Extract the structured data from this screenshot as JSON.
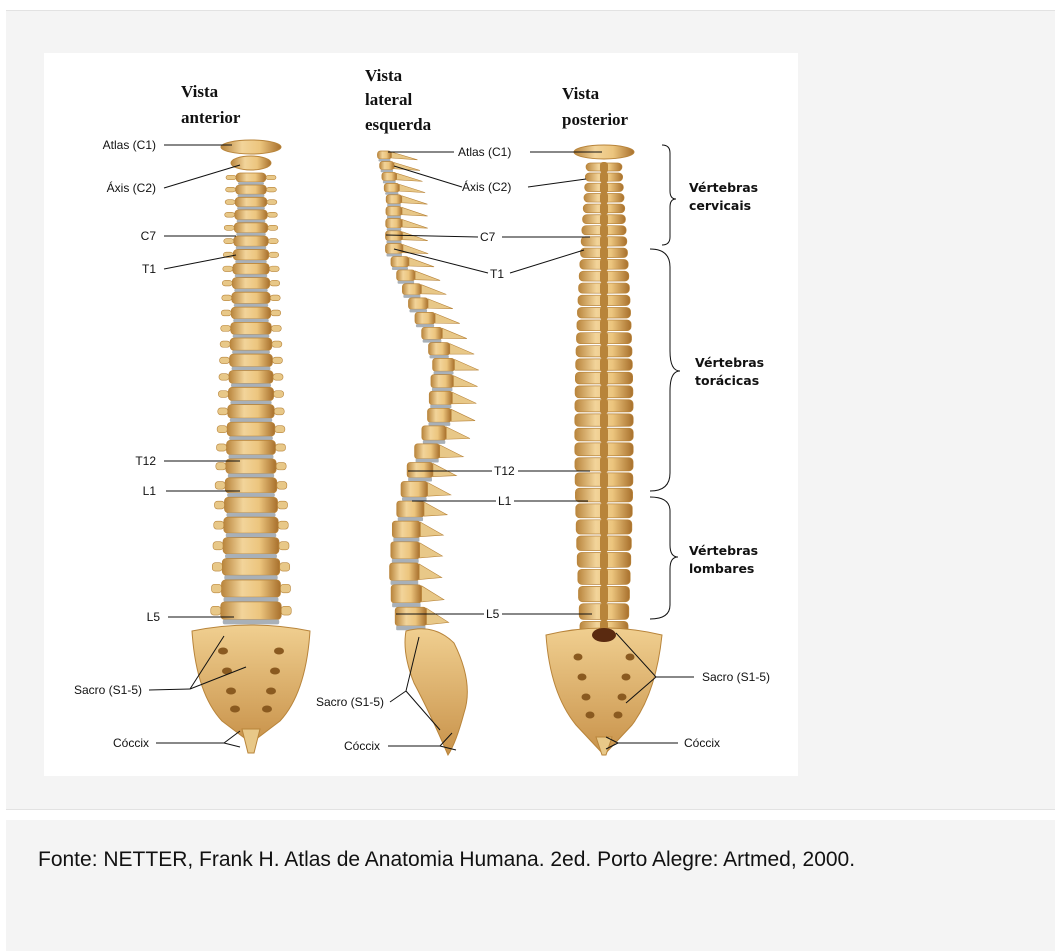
{
  "figure": {
    "views": [
      {
        "title_lines": [
          "Vista",
          "anterior"
        ]
      },
      {
        "title_lines": [
          "Vista",
          "lateral",
          "esquerda"
        ]
      },
      {
        "title_lines": [
          "Vista",
          "posterior"
        ]
      }
    ],
    "anterior_labels": [
      "Atlas (C1)",
      "Áxis (C2)",
      "C7",
      "T1",
      "T12",
      "L1",
      "L5",
      "Sacro (S1-5)",
      "Cóccix"
    ],
    "lateral_labels": [
      "Atlas (C1)",
      "Áxis (C2)",
      "C7",
      "T1",
      "T12",
      "L1",
      "L5",
      "Sacro (S1-5)",
      "Cóccix"
    ],
    "posterior_labels": [
      "Sacro (S1-5)",
      "Cóccix"
    ],
    "regions": [
      {
        "lines": [
          "Vértebras",
          "cervicais"
        ]
      },
      {
        "lines": [
          "Vértebras",
          "torácicas"
        ]
      },
      {
        "lines": [
          "Vértebras",
          "lombares"
        ]
      }
    ],
    "colors": {
      "bone": "#e8c888",
      "bone_shadow": "#b8843a",
      "bone_dark": "#8a5a20",
      "disc": "#a8b0b8"
    }
  },
  "caption": {
    "text": "Fonte: NETTER, Frank H. Atlas de Anatomia Humana. 2ed. Porto Alegre: Artmed, 2000."
  }
}
